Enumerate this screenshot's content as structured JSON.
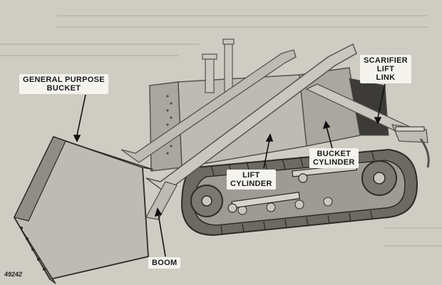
{
  "labels": {
    "general_purpose_bucket": [
      "GENERAL PURPOSE",
      "BUCKET"
    ],
    "scarifier_lift_link": [
      "SCARIFIER",
      "LIFT",
      "LINK"
    ],
    "bucket_cylinder": [
      "BUCKET",
      "CYLINDER"
    ],
    "lift_cylinder": [
      "LIFT",
      "CYLINDER"
    ],
    "boom": "BOOM"
  },
  "figure_number": "49242",
  "colors": {
    "paper": "#cfccc3",
    "machine": "#bdbbb3",
    "shadow": "#55534d",
    "track": "#6c6a63",
    "label_bg": "#f4f3ee"
  }
}
